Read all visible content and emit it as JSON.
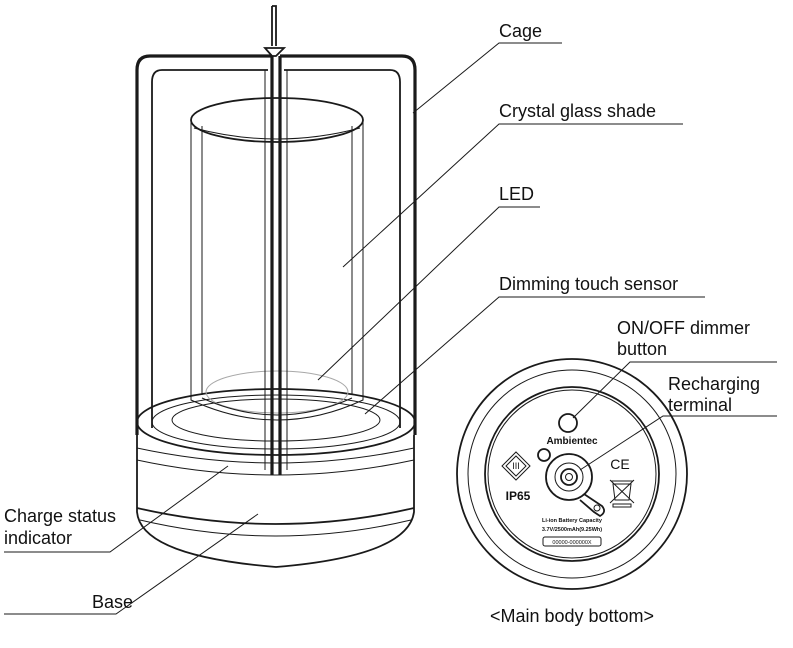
{
  "labels": {
    "cage": "Cage",
    "shade": "Crystal glass shade",
    "led": "LED",
    "sensor": "Dimming touch sensor",
    "onoff_line1": "ON/OFF dimmer",
    "onoff_line2": "button",
    "recharge_line1": "Recharging",
    "recharge_line2": "terminal",
    "charge_line1": "Charge status",
    "charge_line2": "indicator",
    "base": "Base",
    "caption": "<Main body bottom>"
  },
  "bottom_print": {
    "brand": "Ambientec",
    "ip_rating": "IP65",
    "class_mark": "III",
    "ce_mark": "CE",
    "battery_line1": "Li-ion Battery Capacity",
    "battery_line2": "3.7V/2500mAh(9.25Wh)",
    "serial": "00000-000000X"
  }
}
